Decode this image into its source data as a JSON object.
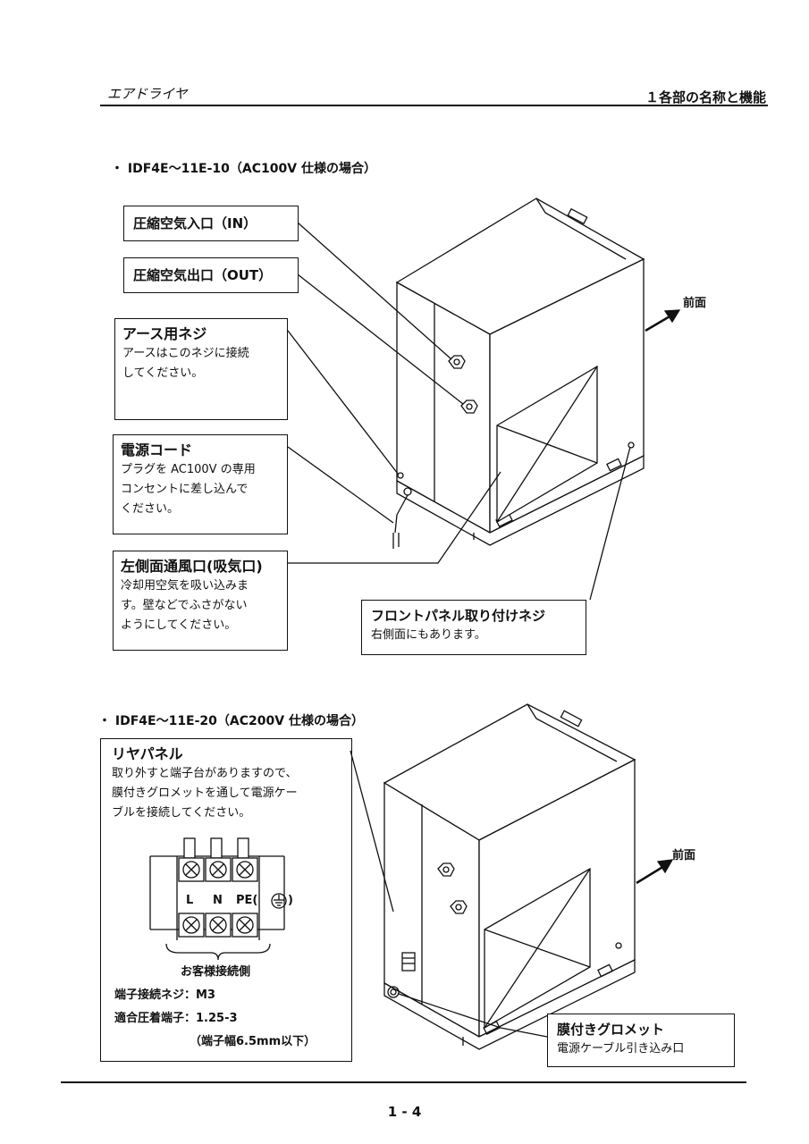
{
  "header": {
    "left": "エアドライヤ",
    "right": "１各部の名称と機能"
  },
  "section1": {
    "title": "・ IDF4E～11E-10（AC100V 仕様の場合）",
    "front_label": "前面",
    "inlet": "圧縮空気入口（IN）",
    "outlet": "圧縮空気出口（OUT）",
    "earth": {
      "title": "アース用ネジ",
      "body": "アースはこのネジに接続\nしてください。"
    },
    "cord": {
      "title": "電源コード",
      "body": "プラグを AC100V の専用\nコンセントに差し込んで\nください。"
    },
    "vent": {
      "title": "左側面通風口(吸気口)",
      "body": "冷却用空気を吸い込みま\nす。壁などでふさがない\nようにしてください。"
    },
    "panel_screw": {
      "title": "フロントパネル取り付けネジ",
      "body": "右側面にもあります。"
    }
  },
  "section2": {
    "title": "・ IDF4E～11E-20（AC200V 仕様の場合）",
    "front_label": "前面",
    "rear_panel": {
      "title": "リヤパネル",
      "body": "取り外すと端子台がありますので、\n膜付きグロメットを通して電源ケー\nブルを接続してください。",
      "terminal_labels": [
        "L",
        "N",
        "PE("
      ],
      "customer_side": "お客様接続側",
      "screw": "端子接続ネジ：M3",
      "crimp": "適合圧着端子：1.25-3",
      "width": "（端子幅6.5mm以下）"
    },
    "grommet": {
      "title": "膜付きグロメット",
      "body": "電源ケーブル引き込み口"
    }
  },
  "footer": {
    "page": "1 - 4"
  }
}
